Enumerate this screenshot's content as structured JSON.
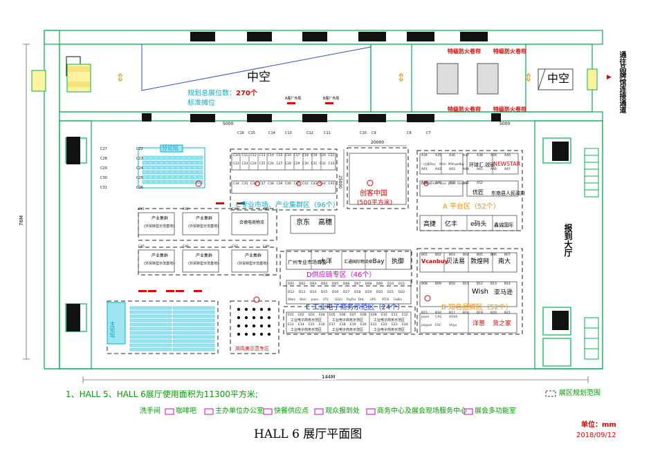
{
  "colors": {
    "wall": "#00b050",
    "green_dark": "#00a000",
    "booth": "#1a1a1a",
    "red": "#e00000",
    "cyan": "#00b0d0",
    "blue": "#0030e0",
    "magenta": "#d000d0",
    "orange": "#ff8c00",
    "purple": "#7030a0"
  },
  "upper": {
    "atrium_left": "中空",
    "atrium_right": "中空",
    "fire_door_labels": [
      "特级防火卷帘",
      "特级防火卷帘",
      "特级防火卷帘",
      "特级防火卷帘"
    ],
    "planned_booths_label": "规划总展位数：",
    "planned_booths_count": "270个",
    "standard_booth_label": "标准摊位",
    "legend_a": "A展厂布局",
    "legend_b": "B展厂布局",
    "dim_5000_left": "5000",
    "dim_5000_right": "5000",
    "right_corridor": "通往品牌馆连接通道"
  },
  "left_column": {
    "codes": [
      "C27",
      "C28",
      "C29",
      "C30",
      "C31",
      "C22",
      "C23",
      "C24",
      "C25",
      "C26"
    ]
  },
  "pillar_codes": [
    "C16",
    "C15",
    "C14",
    "C13",
    "C12",
    "C11",
    "C10",
    "C9",
    "C8",
    "C7"
  ],
  "zone_c": {
    "title": "C专业市场、产业集群区（96个）",
    "sub_forum": "分论坛",
    "row1_codes": [
      "C10",
      "C11",
      "C12",
      "C13",
      "C14",
      "C15",
      "C16",
      "C17",
      "C18",
      "C19",
      "C20",
      "C21"
    ],
    "row2_codes": [
      "C22",
      "C23",
      "C24",
      "C25",
      "C26",
      "C27",
      "C28",
      "C29",
      "C30",
      "C31",
      "C32",
      "C33"
    ],
    "row3_codes": [
      "C34",
      "C35",
      "C36",
      "C37",
      "C38",
      "C39",
      "C40",
      "C41",
      "C42",
      "C43",
      "C44",
      "C45"
    ],
    "big_booths": [
      "京东",
      "高穗"
    ],
    "cluster_label": "产业集群",
    "cluster_sub": "(外贸转型示范基地)",
    "cluster_codes": [
      "C41",
      "C42",
      "C43",
      "C45",
      "C46",
      "C47",
      "C48",
      "C49",
      "C50"
    ],
    "small_booth": "合德电商物流"
  },
  "zone_chuangke": {
    "title": "创客中国",
    "area": "(500平方米)",
    "dim_w": "20000",
    "dim_h": "25000"
  },
  "zone_a": {
    "title": "A 平台区（52个）",
    "codes": [
      "A34",
      "A35",
      "A36",
      "A37",
      "A38",
      "A39",
      "A40",
      "A41",
      "A42",
      "A43",
      "A44",
      "A45",
      "A46",
      "A47",
      "A48",
      "A49",
      "A50",
      "A51",
      "A52"
    ],
    "booths": [
      "环球汇.锐丽",
      "NEWSTAR",
      "优匠",
      "东南县人民政府",
      "高捷",
      "亿丰",
      "e码头",
      "鑫诚国际"
    ],
    "small_booths": [
      "一达通",
      "Buy",
      "Wish",
      "MShop",
      "eBay",
      "Lazada",
      "Tmall",
      "Vova",
      "JoOm",
      "Shopee"
    ]
  },
  "zone_d": {
    "title": "D供应链专区（46个）",
    "booths": [
      "广州专业市场商会",
      "大洋",
      "汇通国际物流",
      "eBay",
      "执御"
    ],
    "codes": [
      "D01",
      "D02",
      "D03",
      "D04",
      "D05",
      "D06",
      "D07",
      "D08",
      "D09",
      "D10",
      "D11",
      "D12",
      "D13",
      "D14",
      "D15",
      "D16",
      "D17",
      "D18",
      "D19",
      "D20",
      "D21",
      "D22"
    ],
    "small_booths": [
      "iWork",
      "Wish",
      "Joom",
      "VTV",
      "SOLU",
      "PayPal",
      "DHL",
      "UPS",
      "XTCK",
      "FedEx"
    ]
  },
  "zone_e": {
    "title": "E 工业电子商务示范区（24个）",
    "booth_label": "工业电子商务示范区",
    "codes": [
      "E01",
      "E02",
      "E03",
      "E04",
      "E05",
      "E06",
      "E07",
      "E08",
      "E09",
      "E10",
      "E11",
      "E12",
      "E13",
      "E14",
      "E15",
      "E16",
      "E17",
      "E18",
      "E19",
      "E20",
      "E21",
      "E22",
      "E23",
      "E24"
    ]
  },
  "zone_b": {
    "title": "B 知名品牌区（52个）",
    "booths": [
      "Vcanbuy",
      "贝法易",
      "敦煌网",
      "南大",
      "Wish",
      "亚马逊",
      "洋葱",
      "货之家"
    ],
    "codes": [
      "B01",
      "B02",
      "B03",
      "B04",
      "B05",
      "B06",
      "B07",
      "B08",
      "B09",
      "B10",
      "B11",
      "B12",
      "B13",
      "B14",
      "B15",
      "B16",
      "B17",
      "B18",
      "B19",
      "B20",
      "B21"
    ],
    "small_booths": [
      "Joom",
      "CAS",
      "VOVA",
      "paypal",
      "ESC",
      "Shyp"
    ]
  },
  "zone_main": {
    "title": "主论坛"
  },
  "zone_fengxian": {
    "title": "凤鸣美示范专区"
  },
  "right_side": {
    "report_hall": "报到大厅"
  },
  "dimensions": {
    "width": "144M",
    "height": "76M"
  },
  "notes": {
    "line1": "1、HALL 5、HALL 6展厅使用面积为11300平方米;",
    "legend_scope": "展区规划范围",
    "legend_items": [
      "洗手间",
      "咖啡吧",
      "主办单位办公室",
      "快餐供应点",
      "观众报到处",
      "商务中心及展会现场服务中心",
      "展会多功能室"
    ]
  },
  "footer": {
    "title": "HALL 6 展厅平面图",
    "unit": "单位：mm",
    "date": "2018/09/12"
  }
}
